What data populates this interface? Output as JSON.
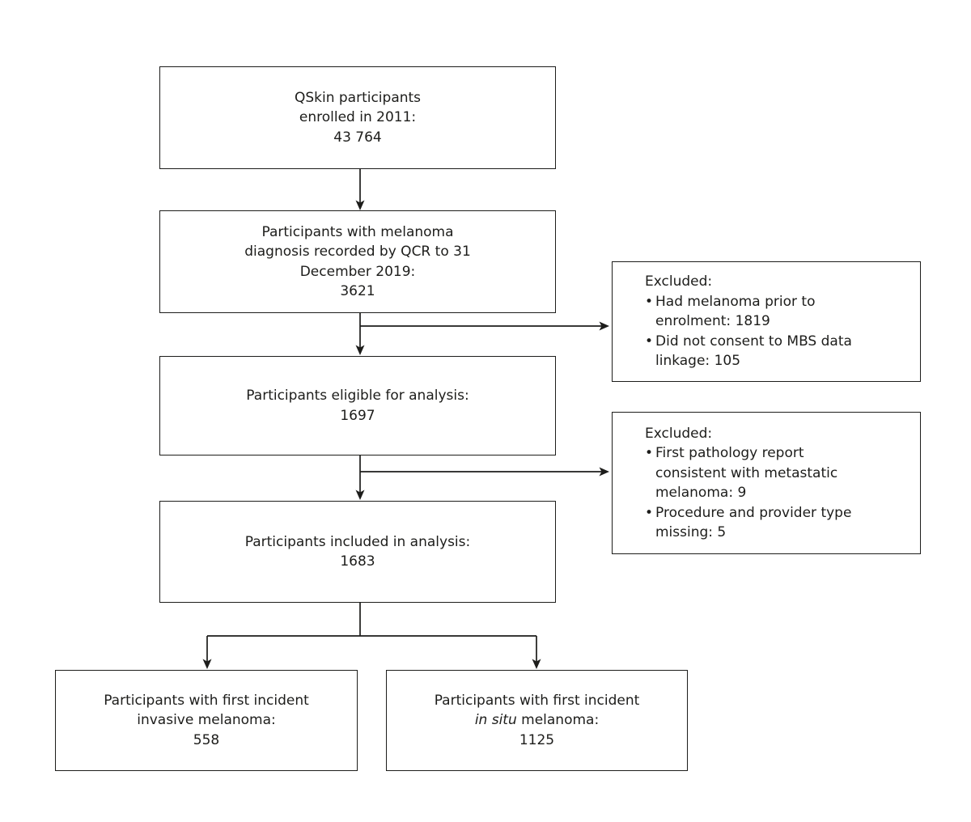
{
  "diagram": {
    "colors": {
      "line": "#1d1d1b",
      "text": "#1d1d1b",
      "background": "#ffffff"
    },
    "boxes": {
      "enrolled": {
        "lines": [
          "QSkin participants",
          "enrolled in 2011:",
          "43 764"
        ]
      },
      "diagnosed": {
        "lines": [
          "Participants with melanoma",
          "diagnosis recorded by QCR to 31",
          "December 2019:",
          "3621"
        ]
      },
      "eligible": {
        "lines": [
          "Participants eligible for analysis:",
          "1697"
        ]
      },
      "included": {
        "lines": [
          "Participants included in analysis:",
          "1683"
        ]
      },
      "excluded_first": {
        "title": "Excluded:",
        "bullet": "•",
        "items": [
          {
            "lines": [
              "Had melanoma prior to",
              "enrolment: 1819"
            ]
          },
          {
            "lines": [
              "Did not consent to MBS data",
              "linkage: 105"
            ]
          }
        ]
      },
      "excluded_second": {
        "title": "Excluded:",
        "bullet": "•",
        "items": [
          {
            "lines": [
              "First pathology report",
              "consistent with metastatic",
              "melanoma: 9"
            ]
          },
          {
            "lines": [
              "Procedure and provider type",
              "missing: 5"
            ]
          }
        ]
      },
      "invasive": {
        "lines": [
          "Participants with first incident",
          "invasive melanoma:",
          "558"
        ]
      },
      "in_situ": {
        "line1": "Participants with first incident",
        "line2_italic": "in situ",
        "line2_rest": " melanoma:",
        "line3": "1125"
      }
    }
  }
}
